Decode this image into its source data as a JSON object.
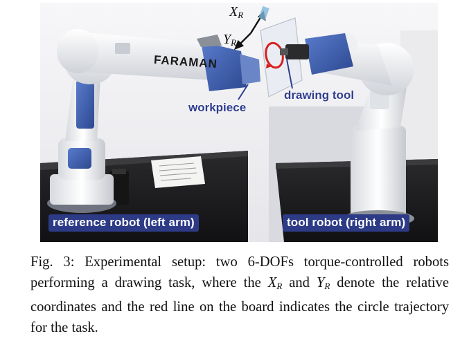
{
  "figure": {
    "logo_text": "FARAMAN",
    "callouts": {
      "workpiece": "workpiece",
      "drawing_tool": "drawing tool"
    },
    "robot_labels": {
      "left": "reference robot (left arm)",
      "right": "tool robot (right arm)"
    },
    "axes": {
      "x": {
        "base": "X",
        "sub": "R"
      },
      "y": {
        "base": "Y",
        "sub": "R"
      }
    }
  },
  "caption": {
    "prefix": "Fig. 3: Experimental setup: two 6-DOFs torque-controlled robots performing a drawing task, where the ",
    "math1_base": "X",
    "math1_sub": "R",
    "middle": " and ",
    "math2_base": "Y",
    "math2_sub": "R",
    "suffix": " denote the relative coordinates and the red line on the board indicates the circle trajectory for the task."
  },
  "colors": {
    "robot_blue": "#3a5cab",
    "label_navy": "#2d3a86",
    "trajectory_red": "#d81e1e"
  }
}
